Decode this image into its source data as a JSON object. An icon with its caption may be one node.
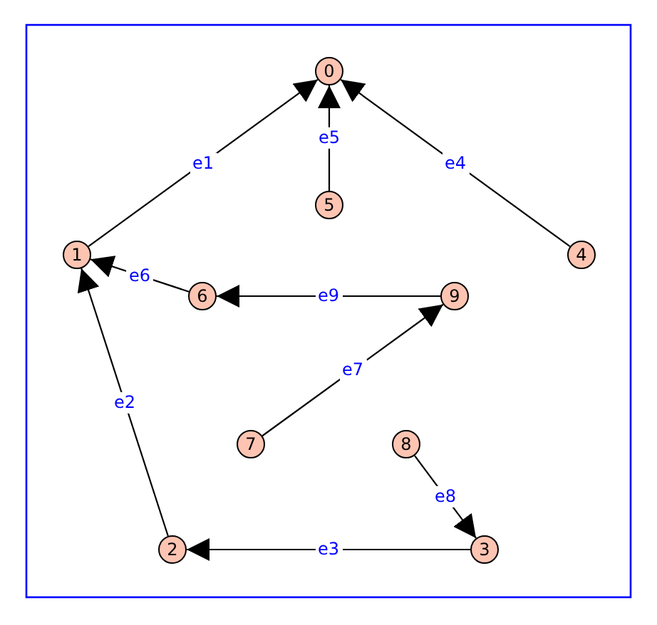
{
  "diagram": {
    "nodes": [
      {
        "text": [
          "0"
        ]
      },
      {
        "text": [
          "1"
        ]
      },
      {
        "text": [
          "2"
        ]
      },
      {
        "text": [
          "3"
        ]
      },
      {
        "text": [
          "4"
        ]
      },
      {
        "text": [
          "5"
        ]
      },
      {
        "text": [
          "6"
        ]
      },
      {
        "text": [
          "7"
        ]
      },
      {
        "text": [
          "8"
        ]
      },
      {
        "text": [
          "9"
        ]
      }
    ],
    "edges": [
      {
        "from": 1,
        "to": 0,
        "arrow": "to",
        "label": "e1"
      },
      {
        "from": 2,
        "to": 1,
        "arrow": "to",
        "label": "e2"
      },
      {
        "from": 3,
        "to": 2,
        "arrow": "to",
        "label": "e3"
      },
      {
        "from": 4,
        "to": 0,
        "arrow": "to",
        "label": "e4"
      },
      {
        "from": 5,
        "to": 0,
        "arrow": "to",
        "label": "e5"
      },
      {
        "from": 6,
        "to": 1,
        "arrow": "to",
        "label": "e6"
      },
      {
        "from": 7,
        "to": 9,
        "arrow": "to",
        "label": "e7"
      },
      {
        "from": 8,
        "to": 3,
        "arrow": "to",
        "label": "e8"
      },
      {
        "from": 9,
        "to": 6,
        "arrow": "to",
        "label": "e9"
      }
    ]
  }
}
